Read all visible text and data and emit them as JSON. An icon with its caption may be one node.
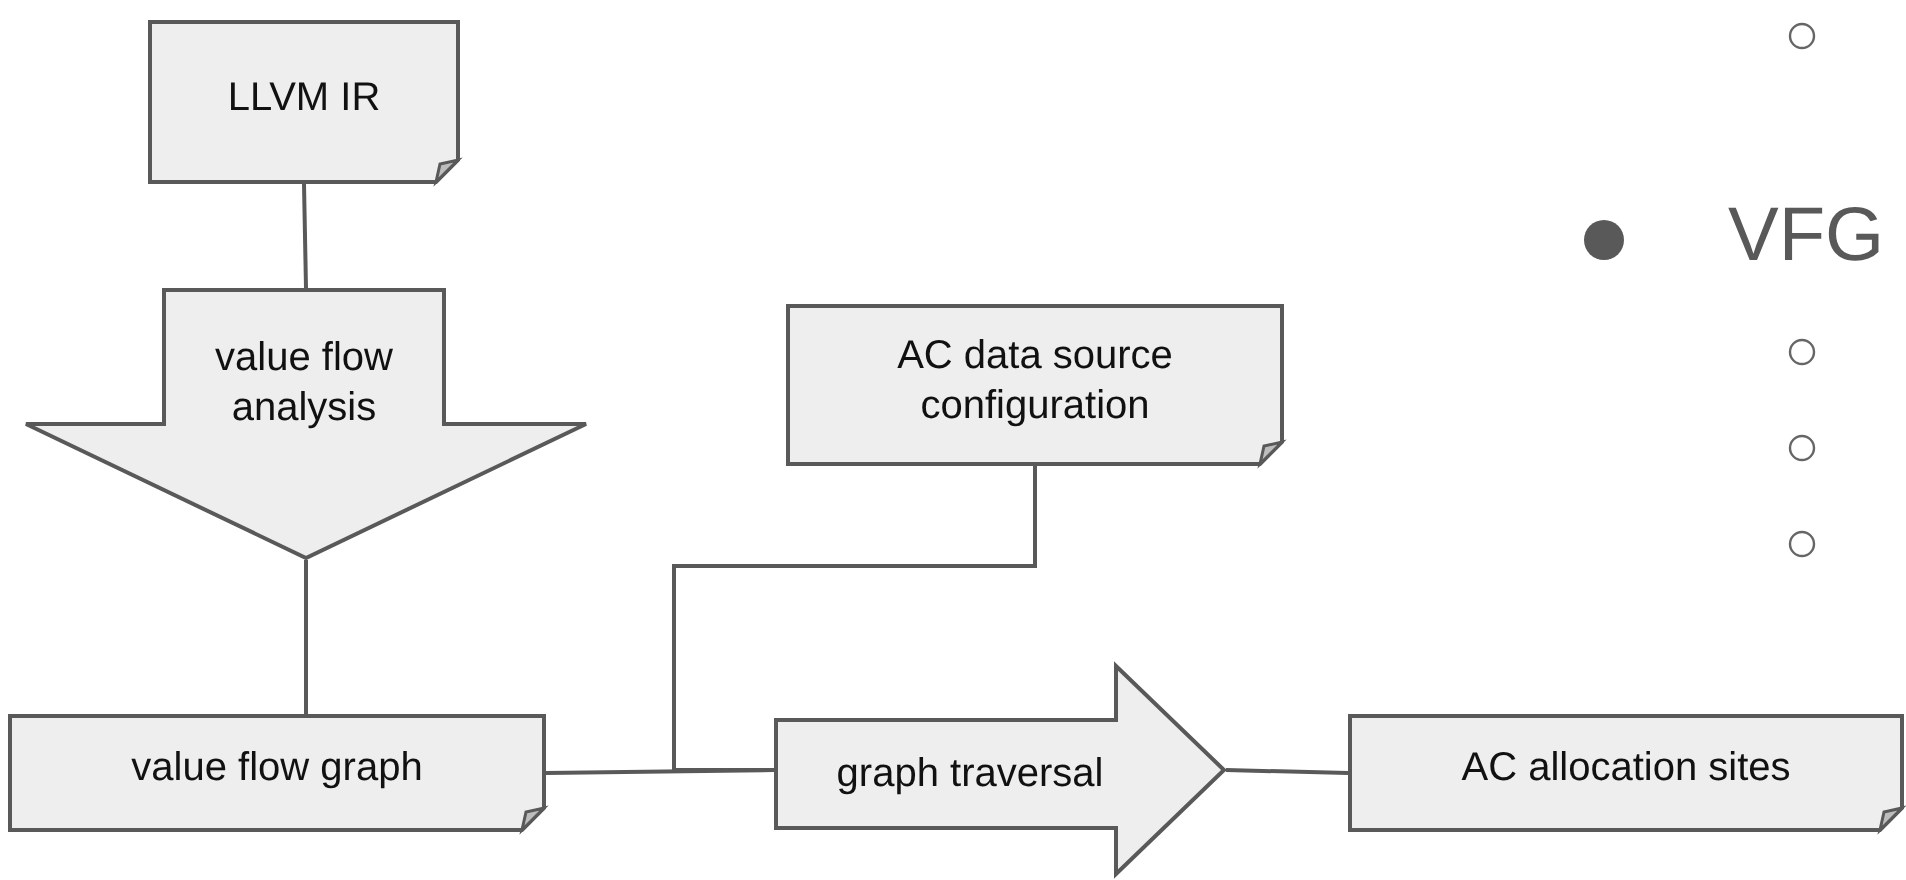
{
  "diagram": {
    "nodes": [
      {
        "text": [
          "LLVM IR"
        ]
      },
      {
        "text": [
          "value flow analysis"
        ]
      },
      {
        "text": [
          "AC data source configuration"
        ]
      },
      {
        "text": [
          "value flow graph"
        ]
      },
      {
        "text": [
          "graph traversal"
        ]
      },
      {
        "text": [
          "AC allocation sites"
        ]
      }
    ],
    "edges": [
      {
        "from": 0,
        "to": 1,
        "arrow": "none"
      },
      {
        "from": 1,
        "to": 3,
        "arrow": "none"
      },
      {
        "from": 3,
        "to": 4,
        "arrow": "none"
      },
      {
        "from": 2,
        "to": 4,
        "arrow": "none"
      },
      {
        "from": 4,
        "to": 5,
        "arrow": "none"
      }
    ],
    "labels": [
      "VFG"
    ]
  }
}
